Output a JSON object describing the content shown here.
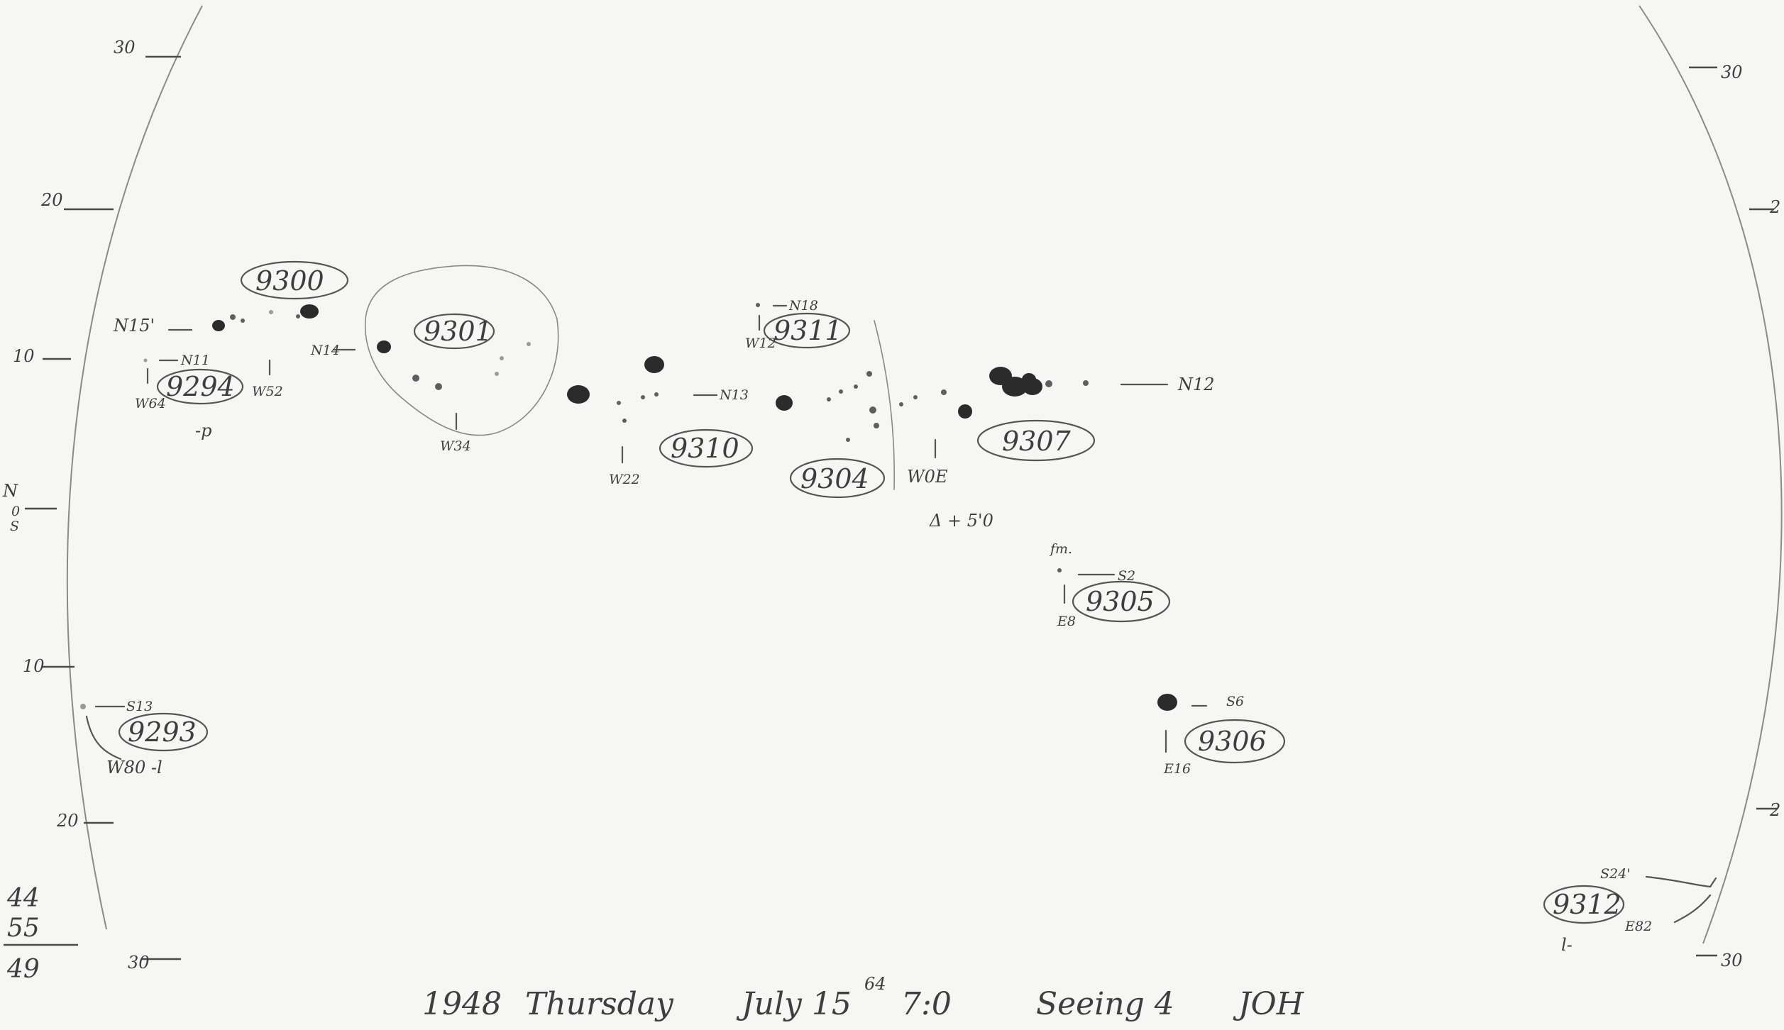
{
  "regions": [
    {
      "id": "r9300",
      "number": "9300"
    },
    {
      "id": "r9301",
      "number": "9301"
    },
    {
      "id": "r9294",
      "number": "9294"
    },
    {
      "id": "r9293",
      "number": "9293"
    },
    {
      "id": "r9311",
      "number": "9311"
    },
    {
      "id": "r9310",
      "number": "9310"
    },
    {
      "id": "r9304",
      "number": "9304"
    },
    {
      "id": "r9307",
      "number": "9307"
    },
    {
      "id": "r9305",
      "number": "9305"
    },
    {
      "id": "r9306",
      "number": "9306"
    },
    {
      "id": "r9312",
      "number": "9312"
    }
  ],
  "coord_labels": {
    "n15": "N15'",
    "n11": "N11",
    "w64": "W64",
    "w52": "W52",
    "n14": "N14",
    "w34": "W34",
    "n18": "N18",
    "w12": "W12",
    "n13": "N13",
    "w22": "W22",
    "woe": "W0E",
    "n12": "N12",
    "s2": "S2",
    "e8": "E8",
    "s6": "S6",
    "e16": "E16",
    "s13": "S13",
    "w80": "W80 -l",
    "s24": "S24'",
    "e82": "E82",
    "pd": "-p",
    "l_right": "l-",
    "fm": "fm.",
    "delta": "Δ + 5'0"
  },
  "scale_left": {
    "t30a": "30",
    "t20a": "20",
    "t10a": "10",
    "n": "N",
    "zero": "0",
    "s": "S",
    "t10b": "10",
    "t20b": "20",
    "t30b": "30"
  },
  "scale_right": {
    "t30a": "30",
    "t20a": "2",
    "t20b": "2",
    "t30b": "30"
  },
  "tally": {
    "a": "44",
    "b": "55",
    "c": "49"
  },
  "footer": {
    "year": "1948",
    "day": "Thursday",
    "date": "July 15",
    "superscript": "64",
    "time": "7:0",
    "seeing": "Seeing 4",
    "initials": "JOH"
  }
}
